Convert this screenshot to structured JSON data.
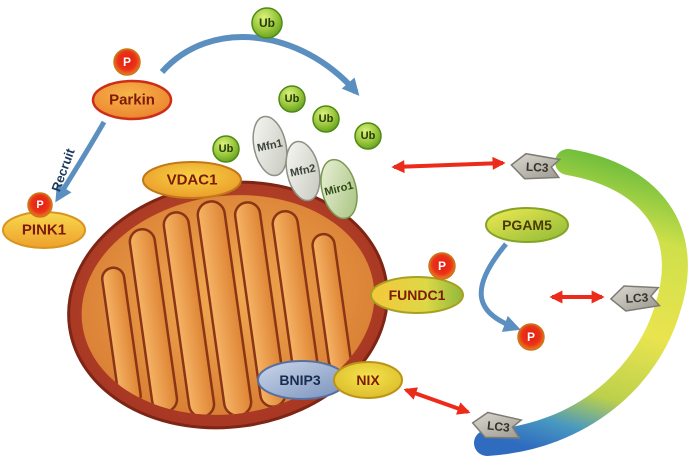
{
  "diagram": {
    "labels": {
      "ub": "Ub",
      "p": "P",
      "parkin": "Parkin",
      "recruit": "Recruit",
      "pink1": "PINK1",
      "vdac1": "VDAC1",
      "mfn1": "Mfn1",
      "mfn2": "Mfn2",
      "miro1": "Miro1",
      "lc3": "LC3",
      "pgam5": "PGAM5",
      "fundc1": "FUNDC1",
      "bnip3": "BNIP3",
      "nix": "NIX"
    },
    "colors": {
      "ub_green": "#6aaa22",
      "p_red": "#e02b1a",
      "arrow_red": "#ed2b1a",
      "arrow_blue": "#5b8fc0",
      "phagophore_green": "#5fb83a",
      "phagophore_yellow": "#e8e44e",
      "phagophore_blue": "#2f6cc0",
      "mito_outer": "#a93226",
      "mito_inner": "#e0812f"
    }
  }
}
